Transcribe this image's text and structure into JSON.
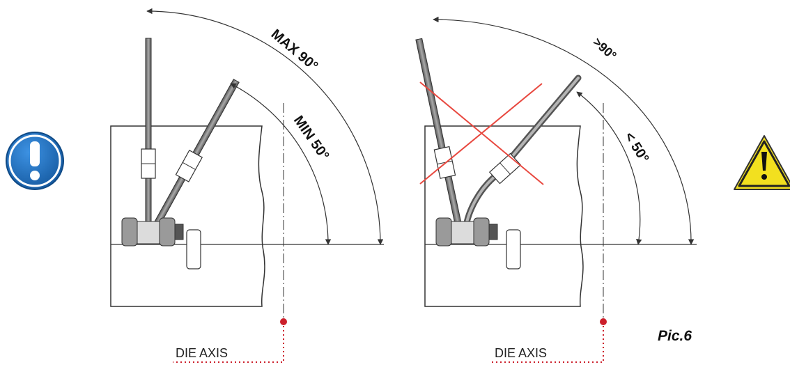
{
  "left": {
    "max_angle_label": "MAX 90°",
    "min_angle_label": "MIN 50°",
    "axis_label": "DIE AXIS"
  },
  "right": {
    "over_angle_label": ">90°",
    "under_angle_label": "< 50°",
    "axis_label": "DIE AXIS"
  },
  "picture_label": "Pic.6",
  "icons": {
    "left": "info-exclamation-icon",
    "right": "warning-triangle-icon"
  },
  "colors": {
    "line": "#333333",
    "cross": "#e8483f",
    "marker": "#cc1f2a",
    "info_blue": "#1e73c9",
    "warning_yellow": "#f2e01f"
  }
}
